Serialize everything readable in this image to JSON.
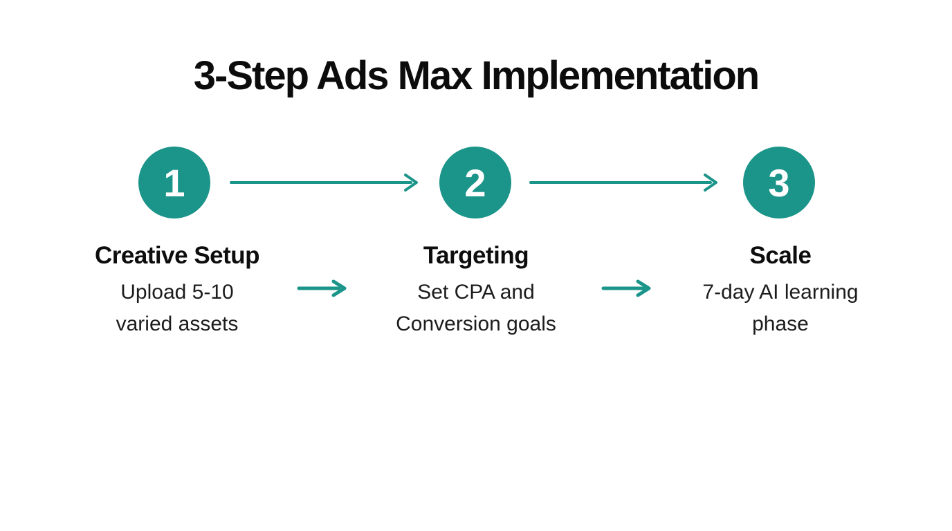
{
  "title": "3-Step Ads Max Implementation",
  "theme": {
    "accent_teal": "#1b9489",
    "heading_text": "#0d0d0d",
    "body_text": "#1c1c1c",
    "background": "#ffffff",
    "circle_number_color": "#ffffff"
  },
  "icons": {
    "long_arrow": "arrow-right-icon",
    "short_arrow": "arrow-right-icon"
  },
  "steps": [
    {
      "number": "1",
      "heading": "Creative Setup",
      "description_lines": [
        "Upload 5-10",
        "varied assets"
      ]
    },
    {
      "number": "2",
      "heading": "Targeting",
      "description_lines": [
        "Set CPA and",
        "Conversion goals"
      ]
    },
    {
      "number": "3",
      "heading": "Scale",
      "description_lines": [
        "7-day AI learning",
        "phase"
      ]
    }
  ]
}
